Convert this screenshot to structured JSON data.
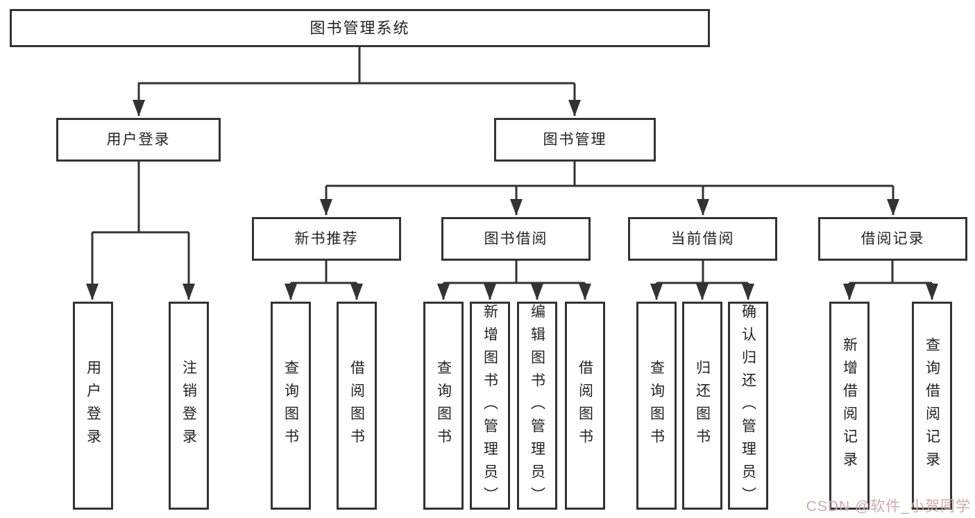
{
  "tree": {
    "root": {
      "label": "图书管理系统"
    },
    "branches": [
      {
        "id": "user-login",
        "label": "用户登录",
        "children": [
          {
            "label": "用户登录"
          },
          {
            "label": "注销登录"
          }
        ]
      },
      {
        "id": "book-management",
        "label": "图书管理",
        "children": [
          {
            "id": "new-book-recommend",
            "label": "新书推荐",
            "children": [
              {
                "label": "查询图书"
              },
              {
                "label": "借阅图书"
              }
            ]
          },
          {
            "id": "book-borrowing",
            "label": "图书借阅",
            "children": [
              {
                "label": "查询图书"
              },
              {
                "label": "新增图书（管理员）"
              },
              {
                "label": "编辑图书（管理员）"
              },
              {
                "label": "借阅图书"
              }
            ]
          },
          {
            "id": "current-borrowing",
            "label": "当前借阅",
            "children": [
              {
                "label": "查询图书"
              },
              {
                "label": "归还图书"
              },
              {
                "label": "确认归还（管理员）"
              }
            ]
          },
          {
            "id": "borrowing-records",
            "label": "借阅记录",
            "children": [
              {
                "label": "新增借阅记录"
              },
              {
                "label": "查询借阅记录"
              }
            ]
          }
        ]
      }
    ]
  },
  "watermark": {
    "text": "CSDN @软件_小贺同学"
  },
  "colors": {
    "line": "#333333",
    "box_border": "#333333",
    "text": "#222222",
    "watermark": "#d0a9a3",
    "background": "#ffffff"
  }
}
